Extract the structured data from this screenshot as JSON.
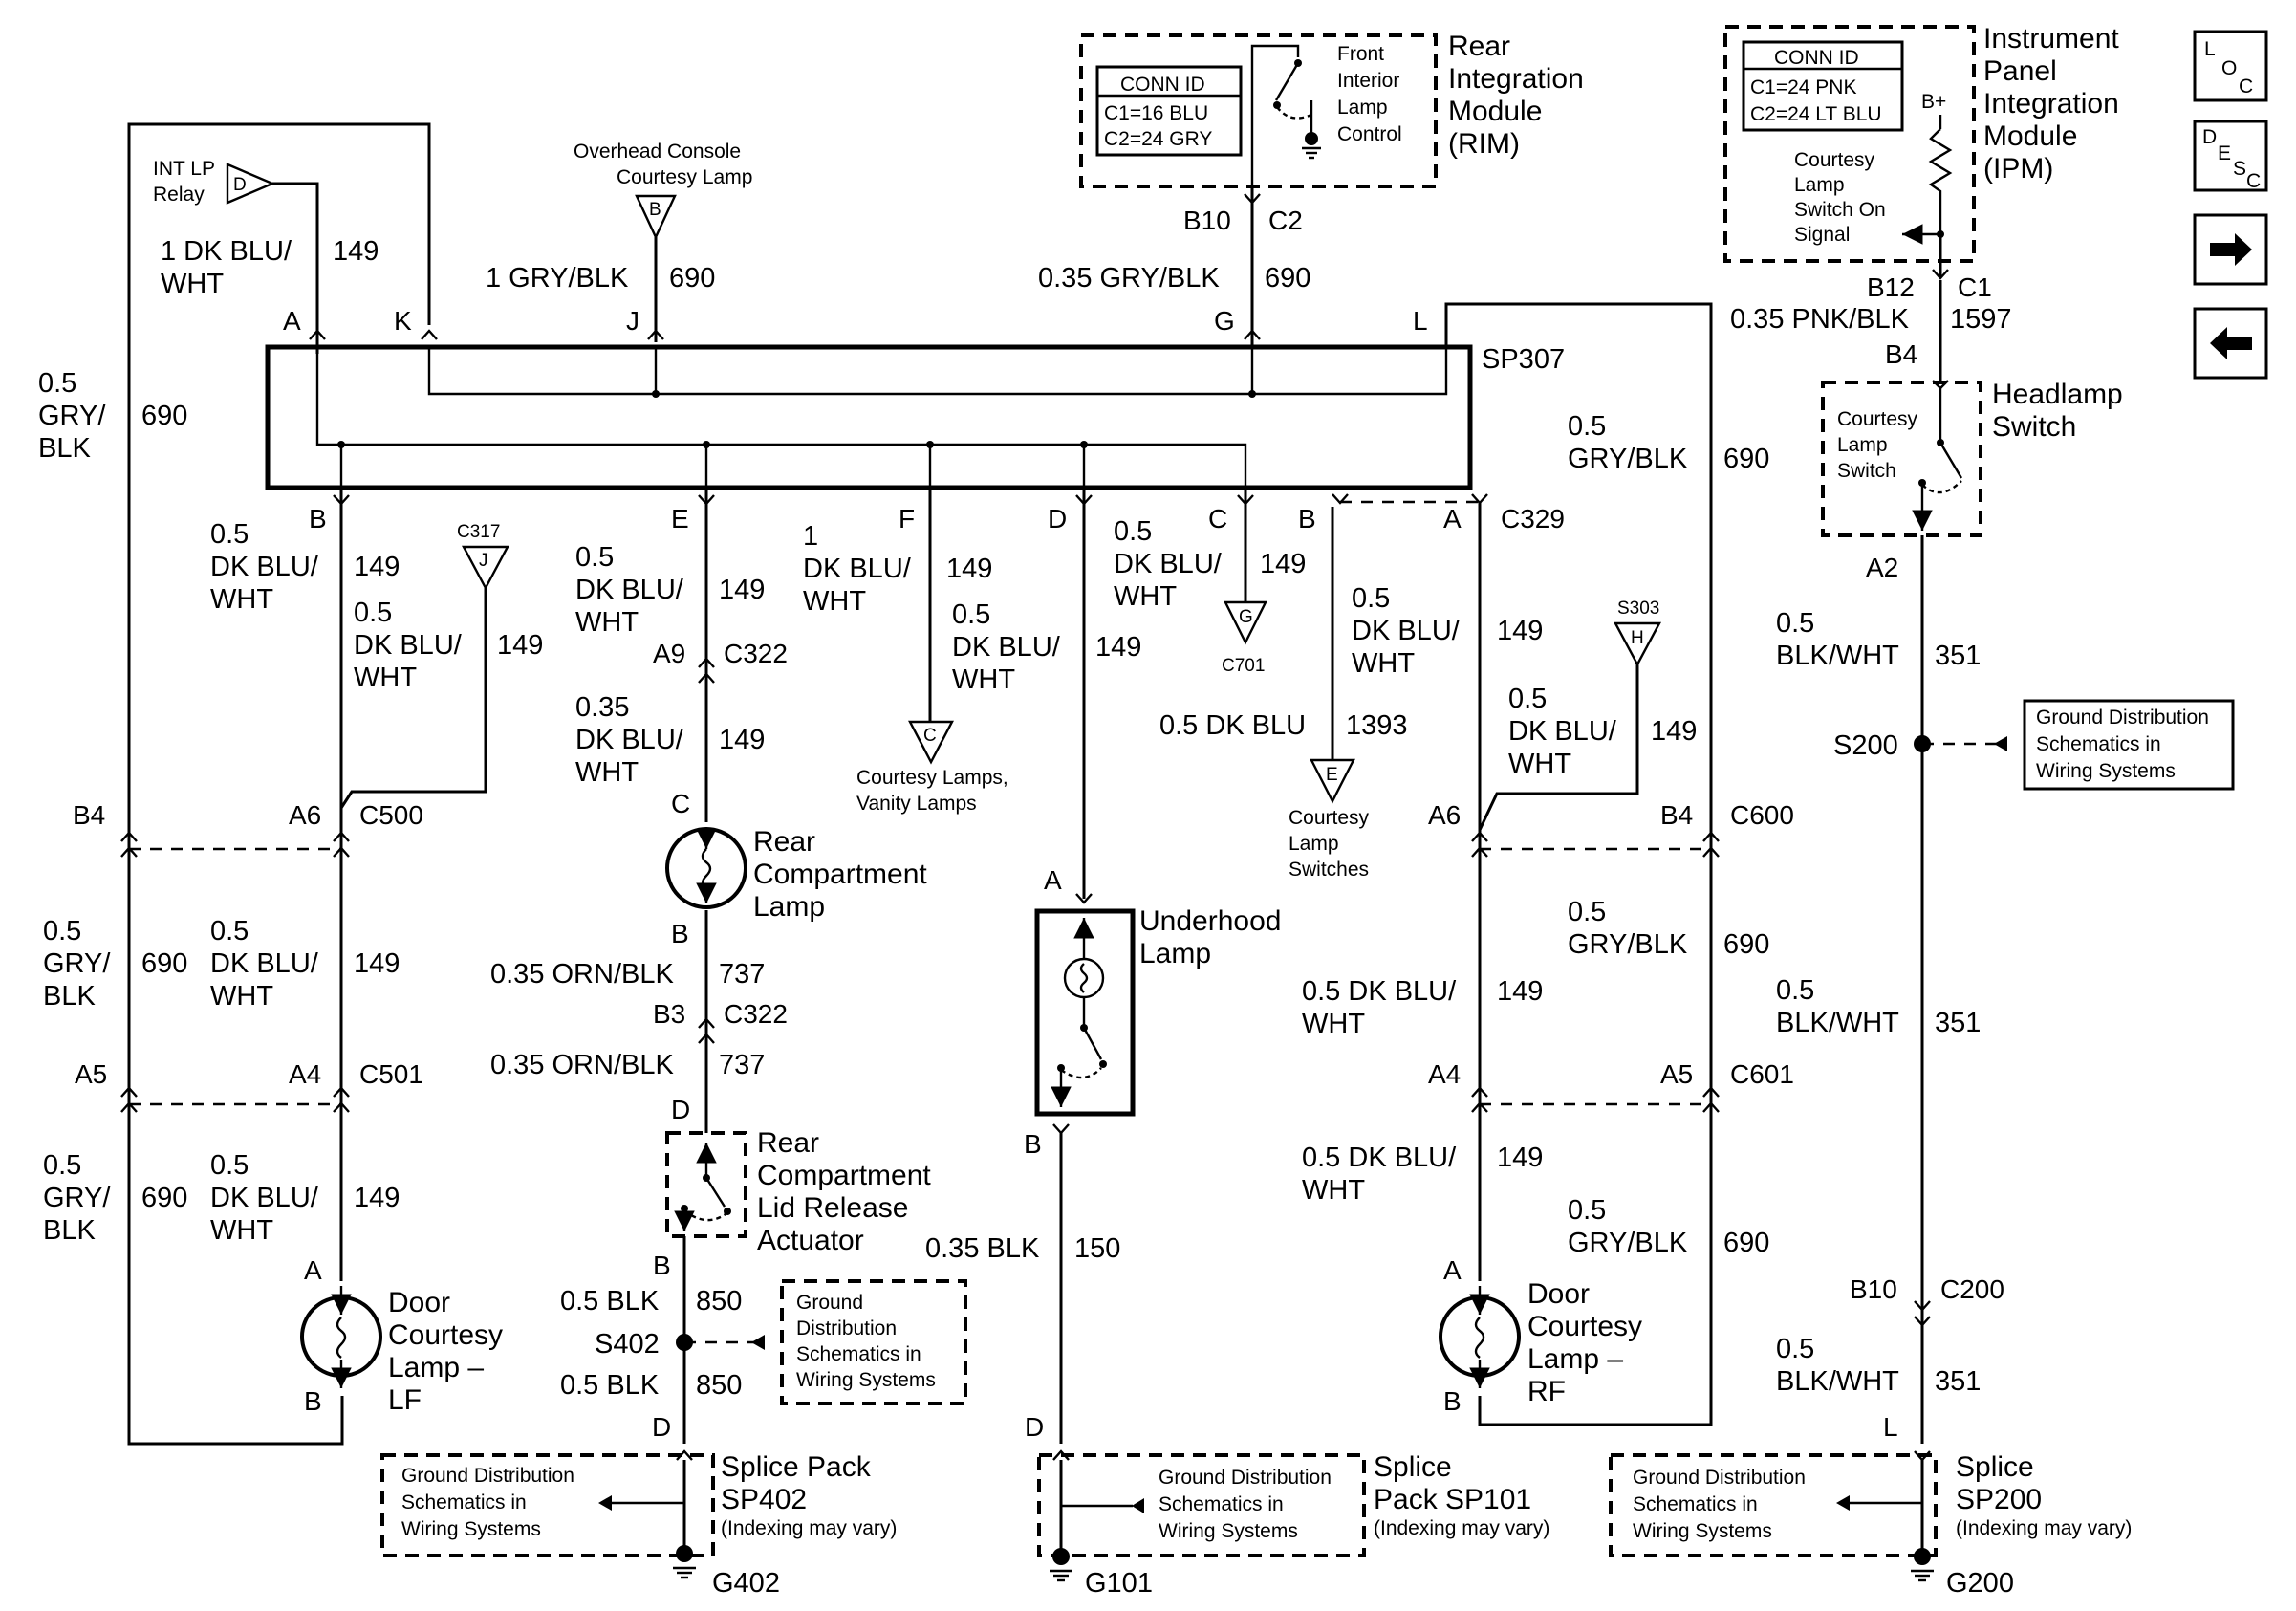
{
  "nav": {
    "loc": [
      "L",
      "O",
      "C"
    ],
    "desc": [
      "D",
      "E",
      "S",
      "C"
    ]
  },
  "rim": {
    "title": [
      "Rear",
      "Integration",
      "Module",
      "(RIM)"
    ],
    "conn_id": [
      "CONN ID",
      "C1=16 BLU",
      "C2=24 GRY"
    ],
    "switch_label": [
      "Front",
      "Interior",
      "Lamp",
      "Control"
    ],
    "pin": "B10",
    "conn": "C2",
    "wire": "0.35 GRY/BLK",
    "circuit": "690"
  },
  "ipm": {
    "title": [
      "Instrument",
      "Panel",
      "Integration",
      "Module",
      "(IPM)"
    ],
    "conn_id": [
      "CONN ID",
      "C1=24 PNK",
      "C2=24 LT BLU"
    ],
    "bplus": "B+",
    "signal": [
      "Courtesy",
      "Lamp",
      "Switch On",
      "Signal"
    ],
    "pin": "B12",
    "conn": "C1",
    "wire": "0.35 PNK/BLK",
    "circuit": "1597"
  },
  "headlamp": {
    "pin_top": "B4",
    "switch_label": [
      "Courtesy",
      "Lamp",
      "Switch"
    ],
    "title": [
      "Headlamp",
      "Switch"
    ],
    "pin_bottom": "A2"
  },
  "relay": {
    "label": [
      "INT LP",
      "Relay"
    ],
    "letter": "D",
    "wire": [
      "1 DK BLU/",
      "WHT"
    ],
    "circuit": "149"
  },
  "overhead": {
    "label": [
      "Overhead Console",
      "Courtesy Lamp"
    ],
    "letter": "B",
    "wire": "1 GRY/BLK",
    "circuit": "690"
  },
  "splice": {
    "id": "SP307",
    "top_pins": [
      "A",
      "K",
      "J",
      "G",
      "L"
    ],
    "bottom_pins": [
      "B",
      "E",
      "F",
      "D",
      "C",
      "B",
      "A"
    ],
    "c329": "C329"
  },
  "left_main": {
    "wire_a": [
      "0.5",
      "GRY/",
      "BLK"
    ],
    "circuit_a": "690",
    "wire_b": [
      "0.5",
      "DK BLU/",
      "WHT"
    ],
    "circuit_b": "149",
    "c317": "C317",
    "c317_letter": "J",
    "wire_c": [
      "0.5",
      "DK BLU/",
      "WHT"
    ],
    "circuit_c": "149",
    "c500_pin_a": "B4",
    "c500_pin_b": "A6",
    "c500": "C500",
    "wire_d": [
      "0.5",
      "GRY/",
      "BLK"
    ],
    "circuit_d": "690",
    "wire_e": [
      "0.5",
      "DK BLU/",
      "WHT"
    ],
    "circuit_e": "149",
    "c501_pin_a": "A5",
    "c501_pin_b": "A4",
    "c501": "C501",
    "wire_f": [
      "0.5",
      "GRY/",
      "BLK"
    ],
    "circuit_f": "690",
    "wire_g": [
      "0.5",
      "DK BLU/",
      "WHT"
    ],
    "circuit_g": "149",
    "lamp_pin_a": "A",
    "lamp_pin_b": "B",
    "lamp_title": [
      "Door",
      "Courtesy",
      "Lamp –",
      "LF"
    ]
  },
  "rear_comp": {
    "wire_a": [
      "0.5",
      "DK BLU/",
      "WHT"
    ],
    "circuit_a": "149",
    "pin_a9": "A9",
    "c322": "C322",
    "wire_b": [
      "0.35",
      "DK BLU/",
      "WHT"
    ],
    "circuit_b": "149",
    "pin_c": "C",
    "lamp_title": [
      "Rear",
      "Compartment",
      "Lamp"
    ],
    "pin_b": "B",
    "wire_c": "0.35 ORN/BLK",
    "circuit_c": "737",
    "pin_b3": "B3",
    "c322_b": "C322",
    "wire_d": "0.35 ORN/BLK",
    "circuit_d": "737",
    "pin_d": "D",
    "act_title": [
      "Rear",
      "Compartment",
      "Lid Release",
      "Actuator"
    ],
    "pin_b2": "B",
    "wire_e": "0.5 BLK",
    "circuit_e": "850",
    "s402": "S402",
    "gnd_note": [
      "Ground",
      "Distribution",
      "Schematics in",
      "Wiring Systems"
    ],
    "wire_f": "0.5 BLK",
    "circuit_f": "850",
    "pin_d2": "D",
    "sp_note": [
      "Ground Distribution",
      "Schematics in",
      "Wiring Systems"
    ],
    "sp_title": [
      "Splice Pack",
      "SP402"
    ],
    "sp_index": "(Indexing may vary)",
    "ground": "G402"
  },
  "courtesy_f": {
    "wire": [
      "1",
      "DK BLU/",
      "WHT"
    ],
    "circuit": "149",
    "wire_b": [
      "0.5",
      "DK BLU/",
      "WHT"
    ],
    "letter": "C",
    "label": [
      "Courtesy Lamps,",
      "Vanity Lamps"
    ]
  },
  "underhood": {
    "circuit": "149",
    "pin_a": "A",
    "title": [
      "Underhood",
      "Lamp"
    ],
    "pin_b": "B",
    "wire": "0.35 BLK",
    "circuit_b": "150",
    "pin_d": "D",
    "sp_note": [
      "Ground Distribution",
      "Schematics in",
      "Wiring Systems"
    ],
    "sp_title": [
      "Splice",
      "Pack SP101"
    ],
    "sp_index": "(Indexing may vary)",
    "ground": "G101"
  },
  "c701": {
    "wire": [
      "0.5",
      "DK BLU/",
      "WHT"
    ],
    "circuit": "149",
    "letter": "G",
    "label": "C701"
  },
  "switches": {
    "wire": "0.5 DK BLU",
    "circuit": "1393",
    "letter": "E",
    "label": [
      "Courtesy",
      "Lamp",
      "Switches"
    ]
  },
  "right_main": {
    "wire_a": [
      "0.5",
      "DK BLU/",
      "WHT"
    ],
    "circuit_a": "149",
    "s303": "S303",
    "s303_letter": "H",
    "wire_b": [
      "0.5",
      "DK BLU/",
      "WHT"
    ],
    "circuit_b": "149",
    "wire_top": [
      "0.5",
      "GRY/BLK"
    ],
    "circuit_top": "690",
    "c600_pin_a": "A6",
    "c600_pin_b": "B4",
    "c600": "C600",
    "wire_c": [
      "0.5",
      "GRY/BLK"
    ],
    "circuit_c": "690",
    "wire_d": [
      "0.5 DK BLU/",
      "WHT"
    ],
    "circuit_d": "149",
    "c601_pin_a": "A4",
    "c601_pin_b": "A5",
    "c601": "C601",
    "wire_e": [
      "0.5 DK BLU/",
      "WHT"
    ],
    "circuit_e": "149",
    "wire_f": [
      "0.5",
      "GRY/BLK"
    ],
    "circuit_f": "690",
    "lamp_pin_a": "A",
    "lamp_pin_b": "B",
    "lamp_title": [
      "Door",
      "Courtesy",
      "Lamp –",
      "RF"
    ]
  },
  "ground_col": {
    "wire_a": [
      "0.5",
      "BLK/WHT"
    ],
    "circuit_a": "351",
    "s200": "S200",
    "gnd_note": [
      "Ground Distribution",
      "Schematics in",
      "Wiring Systems"
    ],
    "wire_b": [
      "0.5",
      "BLK/WHT"
    ],
    "circuit_b": "351",
    "pin_b10": "B10",
    "c200": "C200",
    "wire_c": [
      "0.5",
      "BLK/WHT"
    ],
    "circuit_c": "351",
    "pin_l": "L",
    "sp_note": [
      "Ground Distribution",
      "Schematics in",
      "Wiring Systems"
    ],
    "sp_title": [
      "Splice",
      "SP200"
    ],
    "sp_index": "(Indexing may vary)",
    "ground": "G200"
  }
}
